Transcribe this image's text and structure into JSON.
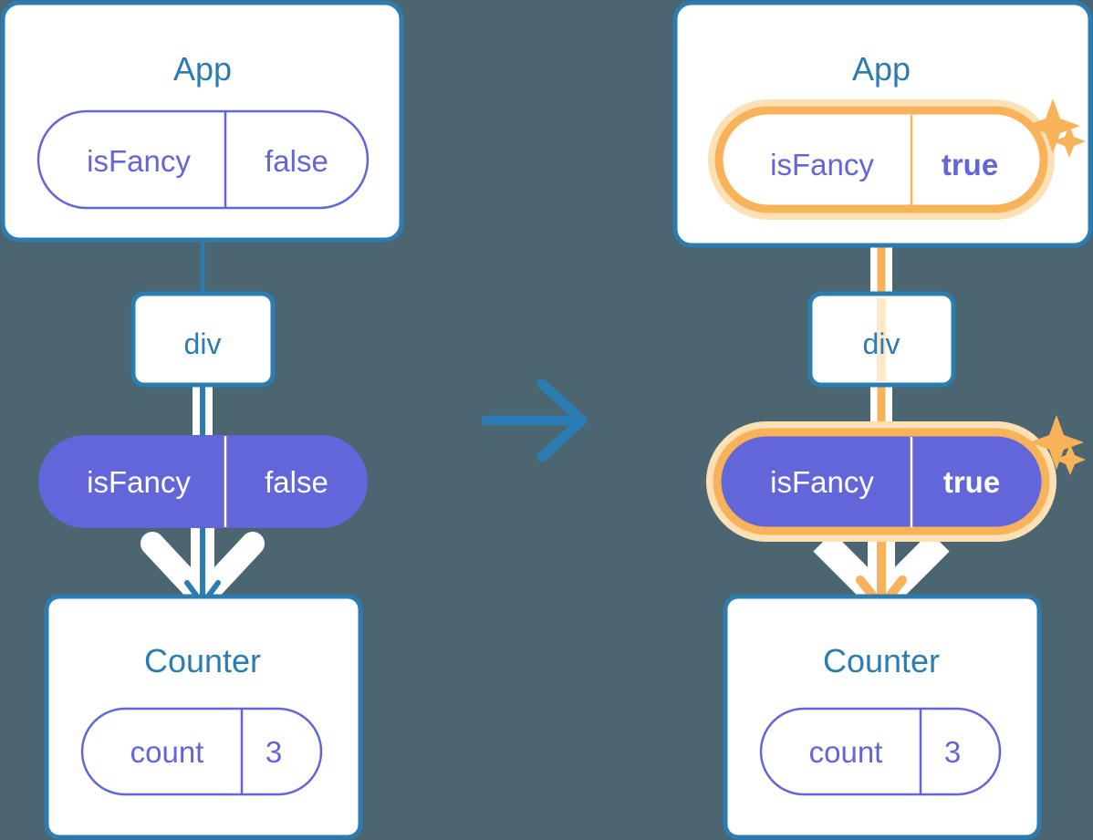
{
  "meta": {
    "background_color": "#4b6670",
    "border_blue": "#2b7cb0",
    "purple": "#6366d8",
    "purple_text": "#6366d8",
    "orange": "#f8b25a",
    "orange_glow": "#fde0b4",
    "white": "#ffffff",
    "pale_line": "#c9d6ee"
  },
  "transition_arrow": {
    "icon": "arrow-right-icon",
    "color": "#2b7cb0"
  },
  "left_diagram": {
    "app": {
      "title": "App",
      "pill": {
        "key": "isFancy",
        "value": "false",
        "style": "outline",
        "highlighted": false
      }
    },
    "div": {
      "label": "div"
    },
    "prop_pill": {
      "key": "isFancy",
      "value": "false",
      "style": "filled",
      "highlighted": false
    },
    "counter": {
      "title": "Counter",
      "pill": {
        "key": "count",
        "value": "3",
        "style": "outline",
        "highlighted": false
      }
    },
    "connector_color": "#2b7cb0",
    "sparkles": false
  },
  "right_diagram": {
    "app": {
      "title": "App",
      "pill": {
        "key": "isFancy",
        "value": "true",
        "style": "outline",
        "highlighted": true,
        "value_bold": true
      }
    },
    "div": {
      "label": "div"
    },
    "prop_pill": {
      "key": "isFancy",
      "value": "true",
      "style": "filled",
      "highlighted": true,
      "value_bold": true
    },
    "counter": {
      "title": "Counter",
      "pill": {
        "key": "count",
        "value": "3",
        "style": "outline",
        "highlighted": false
      }
    },
    "connector_color": "#f8b25a",
    "sparkles": true
  }
}
